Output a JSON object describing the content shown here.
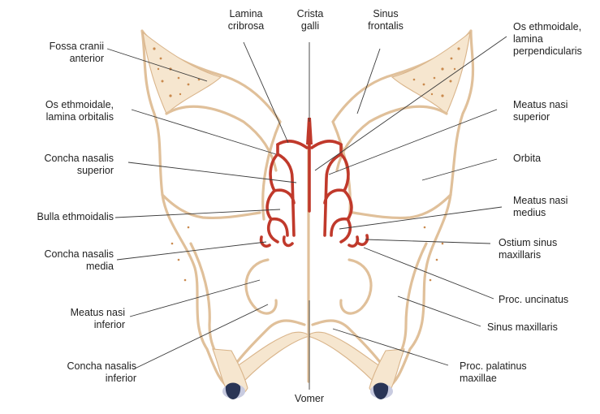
{
  "labels": {
    "fossa_cranii_anterior": "Fossa cranii\nanterior",
    "lamina_cribrosa": "Lamina\ncribrosa",
    "crista_galli": "Crista\ngalli",
    "sinus_frontalis": "Sinus\nfrontalis",
    "os_ethmoidale_perpendicularis": "Os ethmoidale,\nlamina\nperpendicularis",
    "os_ethmoidale_orbitalis": "Os ethmoidale,\nlamina orbitalis",
    "meatus_nasi_superior": "Meatus nasi\nsuperior",
    "concha_nasalis_superior": "Concha nasalis\nsuperior",
    "orbita": "Orbita",
    "bulla_ethmoidalis": "Bulla ethmoidalis",
    "meatus_nasi_medius": "Meatus nasi\nmedius",
    "concha_nasalis_media": "Concha nasalis\nmedia",
    "ostium_sinus_maxillaris": "Ostium sinus\nmaxillaris",
    "proc_uncinatus": "Proc. uncinatus",
    "meatus_nasi_inferior": "Meatus nasi\ninferior",
    "sinus_maxillaris": "Sinus maxillaris",
    "concha_nasalis_inferior": "Concha nasalis\ninferior",
    "vomer": "Vomer",
    "proc_palatinus_maxillae": "Proc. palatinus\nmaxillae"
  },
  "colors": {
    "ethmoid_highlight": "#c0392b",
    "bone_fill": "#f6e6cf",
    "bone_outline": "#d9b48a",
    "cancellous_dots": "#c98a4e",
    "leader_line": "#3a3a3a",
    "label_text": "#222222"
  }
}
